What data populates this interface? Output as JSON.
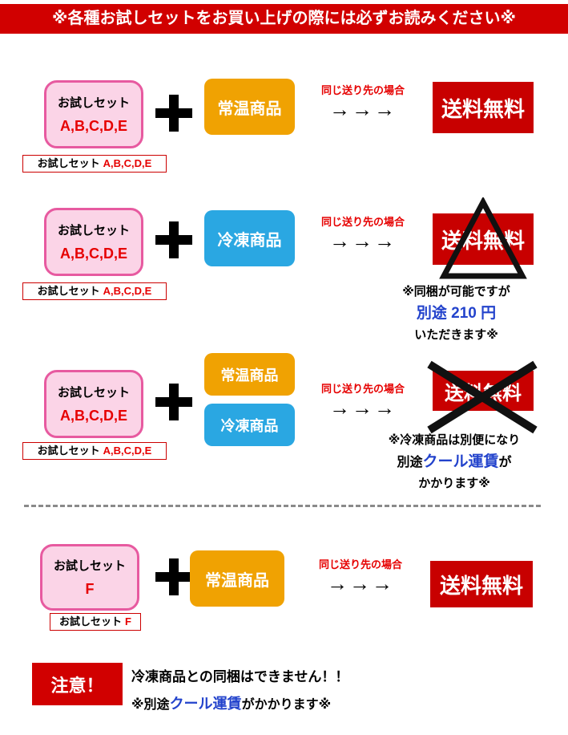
{
  "header": {
    "title": "※各種お試しセットをお買い上げの際には必ずお読みください※"
  },
  "common": {
    "same_destination": "同じ送り先の場合",
    "arrows": "→→→",
    "free_shipping": "送料無料",
    "normal_product": "常温商品",
    "frozen_product": "冷凍商品"
  },
  "rows": {
    "r1": {
      "set_name": "お試しセット",
      "set_code": "A,B,C,D,E",
      "caption_label": "お試しセット",
      "caption_code": "A,B,C,D,E"
    },
    "r2": {
      "set_name": "お試しセット",
      "set_code": "A,B,C,D,E",
      "caption_label": "お試しセット",
      "caption_code": "A,B,C,D,E",
      "note_line1": "※同梱が可能ですが",
      "note_line2": "別途 210 円",
      "note_line3": "いただきます※"
    },
    "r3": {
      "set_name": "お試しセット",
      "set_code": "A,B,C,D,E",
      "caption_label": "お試しセット",
      "caption_code": "A,B,C,D,E",
      "note_line1": "※冷凍商品は別便になり",
      "note_line2_pre": "別途",
      "note_line2_blue": "クール運賃",
      "note_line2_post": "が",
      "note_line3": "かかります※"
    },
    "r4": {
      "set_name": "お試しセット",
      "set_code": "F",
      "caption_label": "お試しセット",
      "caption_code": "F"
    }
  },
  "footer": {
    "warn_label": "注意！",
    "line1": "冷凍商品との同梱はできません！！",
    "line2_pre": "※別途",
    "line2_blue": "クール運賃",
    "line2_post": "がかかります※"
  },
  "colors": {
    "header_red": "#d10000",
    "shipping_red": "#c80000",
    "accent_red": "#e60000",
    "pink_bg": "#fbd4e7",
    "pink_border": "#e75aa0",
    "orange": "#f0a202",
    "blue": "#2aa7e2",
    "note_blue": "#2343cc"
  }
}
